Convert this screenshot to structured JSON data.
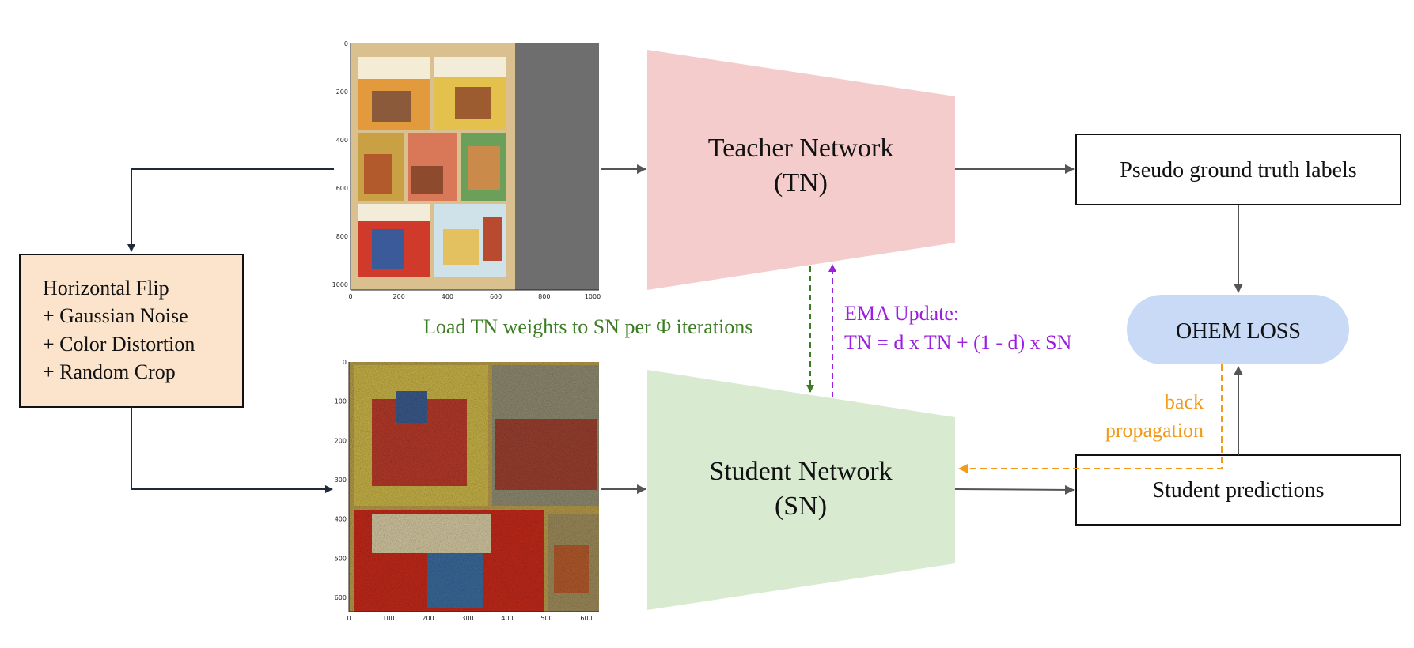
{
  "augment_box": {
    "lines": [
      "Horizontal Flip",
      "+ Gaussian Noise",
      "+ Color Distortion",
      "+ Random Crop"
    ],
    "fill": "#fce4cc"
  },
  "teacher": {
    "line1": "Teacher Network",
    "line2": "(TN)",
    "fill": "#f5cccc"
  },
  "student": {
    "line1": "Student Network",
    "line2": "(SN)",
    "fill": "#d8ead0"
  },
  "pseudo_labels": {
    "label": "Pseudo ground truth labels"
  },
  "student_predictions": {
    "label": "Student predictions"
  },
  "ohem": {
    "label": "OHEM LOSS",
    "fill": "#c9daf6"
  },
  "load_weights": {
    "label": "Load TN weights to SN per Φ iterations",
    "color": "#3b7d23"
  },
  "ema": {
    "line1": "EMA Update:",
    "line2": "TN = d x TN + (1 - d) x SN",
    "color": "#9a1fe0"
  },
  "backprop": {
    "line1": "back",
    "line2": "propagation",
    "color": "#f29b1a"
  },
  "top_image_axes": {
    "x_ticks": [
      "0",
      "200",
      "400",
      "600",
      "800",
      "1000"
    ],
    "y_ticks": [
      "0",
      "200",
      "400",
      "600",
      "800",
      "1000"
    ]
  },
  "bottom_image_axes": {
    "x_ticks": [
      "0",
      "100",
      "200",
      "300",
      "400",
      "500",
      "600"
    ],
    "y_ticks": [
      "0",
      "100",
      "200",
      "300",
      "400",
      "500",
      "600"
    ]
  }
}
